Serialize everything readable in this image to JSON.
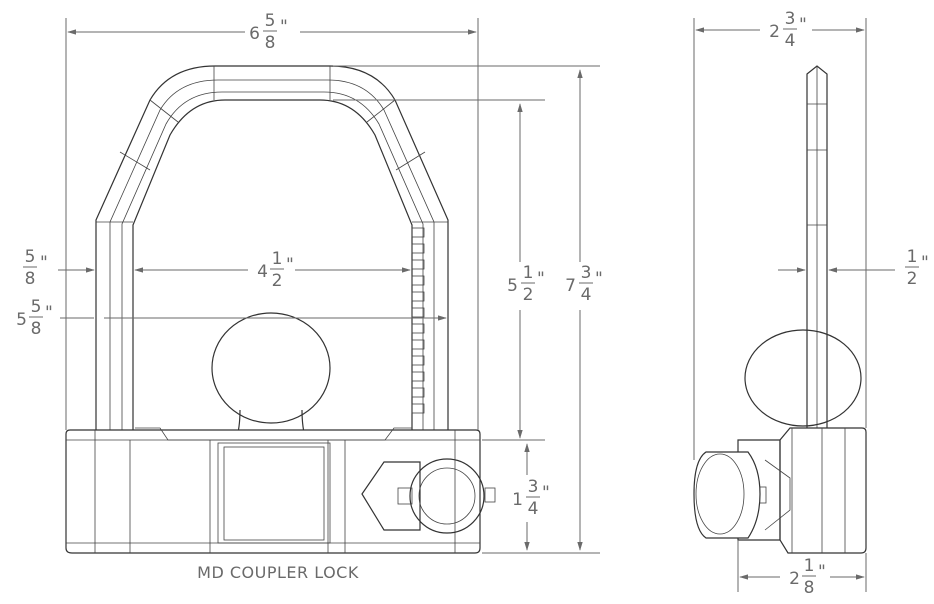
{
  "caption": "MD COUPLER LOCK",
  "unit_mark": "\"",
  "dimensions": {
    "overall_width": {
      "whole": "6",
      "num": "5",
      "den": "8"
    },
    "shackle_thick": {
      "whole": "",
      "num": "5",
      "den": "8"
    },
    "inner_span": {
      "whole": "4",
      "num": "1",
      "den": "2"
    },
    "outer_span": {
      "whole": "5",
      "num": "5",
      "den": "8"
    },
    "shackle_height": {
      "whole": "5",
      "num": "1",
      "den": "2"
    },
    "overall_height": {
      "whole": "7",
      "num": "3",
      "den": "4"
    },
    "body_height": {
      "whole": "1",
      "num": "3",
      "den": "4"
    },
    "side_width": {
      "whole": "2",
      "num": "3",
      "den": "4"
    },
    "side_thick": {
      "whole": "",
      "num": "1",
      "den": "2"
    },
    "side_base": {
      "whole": "2",
      "num": "1",
      "den": "8"
    }
  }
}
